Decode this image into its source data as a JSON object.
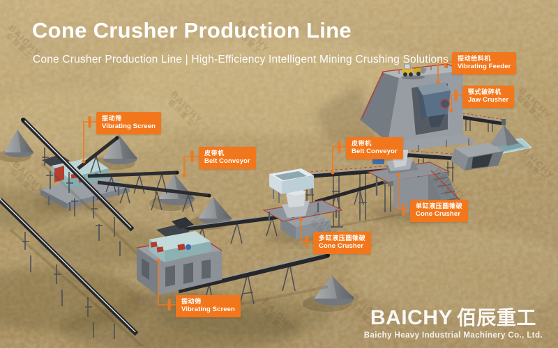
{
  "header": {
    "title": "Cone Crusher Production Line",
    "subtitle": "Cone Crusher Production Line | High-Efficiency Intelligent Mining Crushing Solutions"
  },
  "labels": [
    {
      "cn": "振动给料机",
      "en": "Vibrating Feeder"
    },
    {
      "cn": "颚式破碎机",
      "en": "Jaw Crusher"
    },
    {
      "cn": "振动筛",
      "en": "Vibrating Screen"
    },
    {
      "cn": "皮带机",
      "en": "Belt Conveyor"
    },
    {
      "cn": "皮带机",
      "en": "Belt Conveyor"
    },
    {
      "cn": "单缸液压圆锥破",
      "en": "Cone Crusher"
    },
    {
      "cn": "多缸液压圆锥破",
      "en": "Cone Crusher"
    },
    {
      "cn": "振动筛",
      "en": "Vibrating Screen"
    }
  ],
  "logo": {
    "brand": "BAICHY",
    "brand_cn": "佰辰重工",
    "tagline": "Baichy Heavy Industrial Machinery Co., Ltd."
  },
  "watermark": {
    "line1": "BAICHY",
    "line2": "佰辰重工"
  },
  "colors": {
    "accent": "#f2771c",
    "sand": "#b59c6b",
    "machine_teal": "#bcd6d5",
    "concrete": "#9aa0a6"
  }
}
